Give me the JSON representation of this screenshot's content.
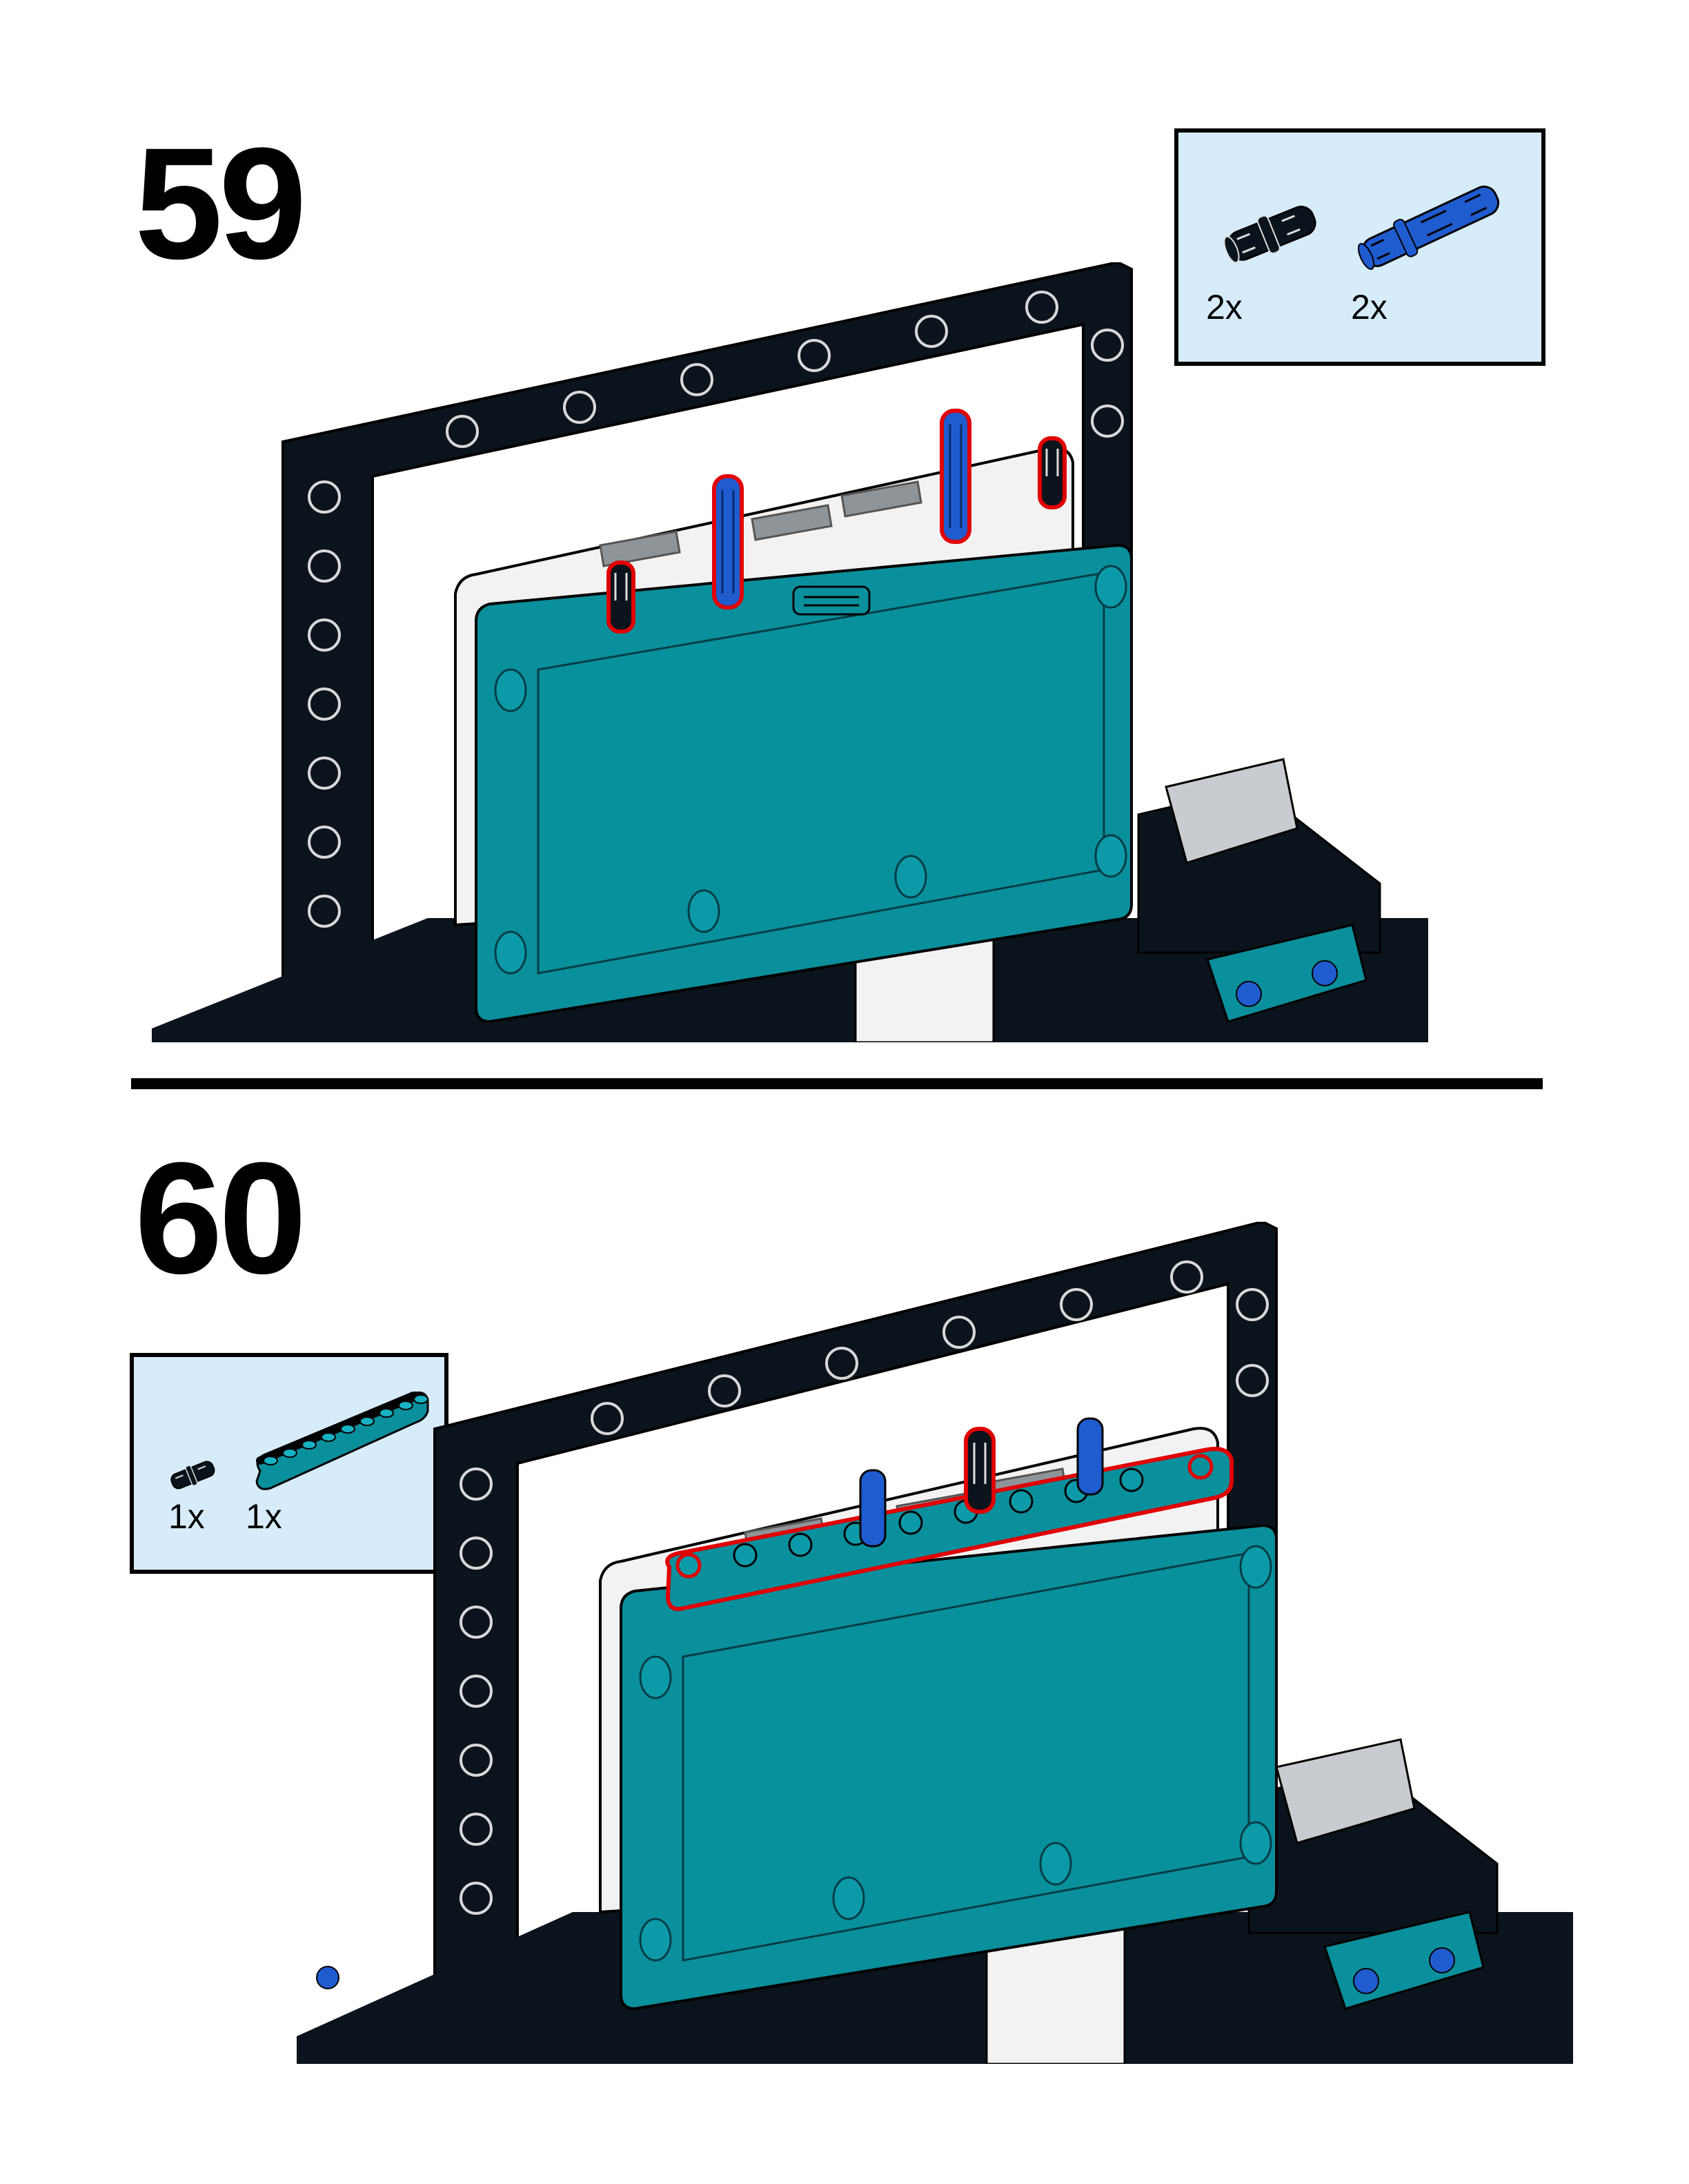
{
  "page": {
    "type": "building-instructions",
    "colors": {
      "callout_bg": "#d6ecfb",
      "hub_teal": "#0a8f9c",
      "frame_black": "#0b141c",
      "pin_blue": "#1f5ccf",
      "highlight_red": "#e00000",
      "light_gray": "#c8cbcf",
      "hub_white": "#f2f2f2"
    }
  },
  "steps": [
    {
      "number": "59",
      "parts_callout": {
        "items": [
          {
            "name": "black-friction-pin",
            "icon": "black-pin-icon",
            "color": "#0b141c",
            "qty": "2x"
          },
          {
            "name": "blue-long-pin",
            "icon": "blue-long-pin-icon",
            "color": "#1f5ccf",
            "qty": "2x"
          }
        ]
      },
      "illustration": {
        "description": "Large hub with frame; two black pins and two blue long pins inserted on top, outlined in red"
      }
    },
    {
      "number": "60",
      "parts_callout": {
        "items": [
          {
            "name": "black-friction-pin",
            "icon": "black-pin-icon",
            "color": "#0b141c",
            "qty": "1x"
          },
          {
            "name": "teal-beam-9",
            "icon": "teal-beam-icon",
            "color": "#0a8f9c",
            "qty": "1x"
          }
        ]
      },
      "illustration": {
        "description": "Teal 9-hole beam placed on top of hub, outlined in red, with black pin inserted"
      }
    }
  ]
}
